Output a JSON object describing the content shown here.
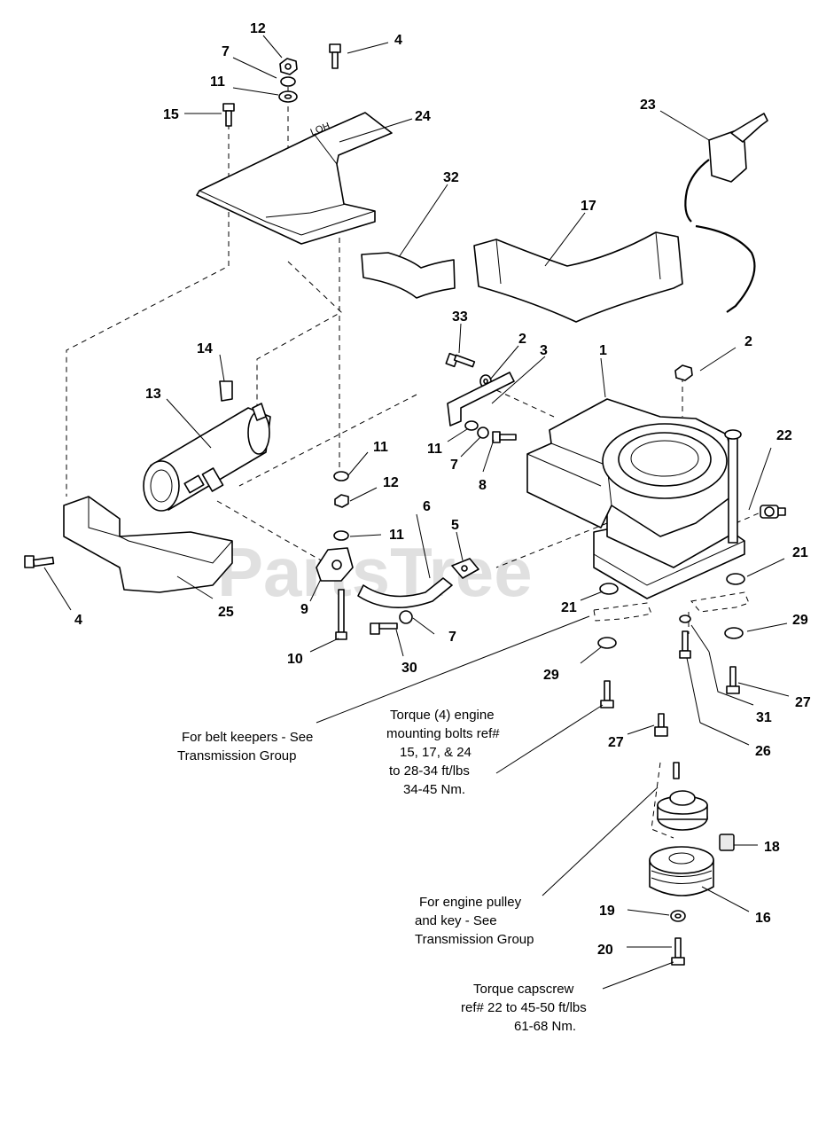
{
  "watermark": "PartsTree",
  "callouts": [
    {
      "id": "c12a",
      "label": "12"
    },
    {
      "id": "c4a",
      "label": "4"
    },
    {
      "id": "c7a",
      "label": "7"
    },
    {
      "id": "c11a",
      "label": "11"
    },
    {
      "id": "c15",
      "label": "15"
    },
    {
      "id": "c24",
      "label": "24"
    },
    {
      "id": "c23",
      "label": "23"
    },
    {
      "id": "c32",
      "label": "32"
    },
    {
      "id": "c17",
      "label": "17"
    },
    {
      "id": "c33",
      "label": "33"
    },
    {
      "id": "c2a",
      "label": "2"
    },
    {
      "id": "c3",
      "label": "3"
    },
    {
      "id": "c1",
      "label": "1"
    },
    {
      "id": "c2b",
      "label": "2"
    },
    {
      "id": "c14",
      "label": "14"
    },
    {
      "id": "c13",
      "label": "13"
    },
    {
      "id": "c11b",
      "label": "11"
    },
    {
      "id": "c11c",
      "label": "11"
    },
    {
      "id": "c7b",
      "label": "7"
    },
    {
      "id": "c8",
      "label": "8"
    },
    {
      "id": "c22",
      "label": "22"
    },
    {
      "id": "c12b",
      "label": "12"
    },
    {
      "id": "c6",
      "label": "6"
    },
    {
      "id": "c5",
      "label": "5"
    },
    {
      "id": "c11d",
      "label": "11"
    },
    {
      "id": "c21a",
      "label": "21"
    },
    {
      "id": "c21b",
      "label": "21"
    },
    {
      "id": "c4b",
      "label": "4"
    },
    {
      "id": "c25",
      "label": "25"
    },
    {
      "id": "c9",
      "label": "9"
    },
    {
      "id": "c29a",
      "label": "29"
    },
    {
      "id": "c29b",
      "label": "29"
    },
    {
      "id": "c7c",
      "label": "7"
    },
    {
      "id": "c10",
      "label": "10"
    },
    {
      "id": "c30",
      "label": "30"
    },
    {
      "id": "c31",
      "label": "31"
    },
    {
      "id": "c27a",
      "label": "27"
    },
    {
      "id": "c27b",
      "label": "27"
    },
    {
      "id": "c26",
      "label": "26"
    },
    {
      "id": "c18",
      "label": "18"
    },
    {
      "id": "c16",
      "label": "16"
    },
    {
      "id": "c19",
      "label": "19"
    },
    {
      "id": "c20",
      "label": "20"
    }
  ],
  "notes": {
    "belt_keepers": [
      "For belt keepers - See",
      "Transmission Group"
    ],
    "torque_engine": [
      "Torque (4) engine",
      "mounting bolts ref#",
      "15, 17, & 24",
      "to 28-34 ft/lbs",
      "34-45 Nm."
    ],
    "engine_pulley": [
      "For engine pulley",
      "and key - See",
      "Transmission Group"
    ],
    "torque_capscrew": [
      "Torque capscrew",
      "ref# 22 to 45-50 ft/lbs",
      "61-68 Nm."
    ]
  }
}
